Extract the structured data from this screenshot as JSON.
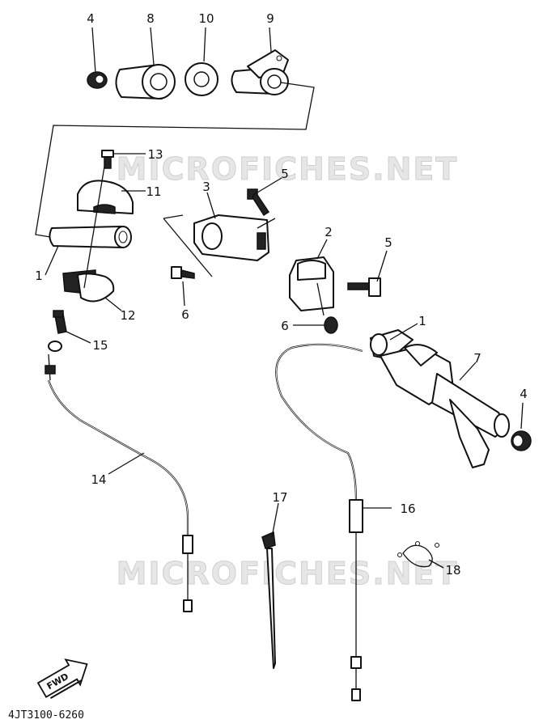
{
  "watermark": {
    "text_top": "MICROFICHES.NET",
    "text_bottom": "MICROFICHES.NET"
  },
  "callouts": [
    {
      "id": "c-4a",
      "label": "4"
    },
    {
      "id": "c-8",
      "label": "8"
    },
    {
      "id": "c-10",
      "label": "10"
    },
    {
      "id": "c-9",
      "label": "9"
    },
    {
      "id": "c-13",
      "label": "13"
    },
    {
      "id": "c-11",
      "label": "11"
    },
    {
      "id": "c-3",
      "label": "3"
    },
    {
      "id": "c-5a",
      "label": "5"
    },
    {
      "id": "c-1a",
      "label": "1"
    },
    {
      "id": "c-12",
      "label": "12"
    },
    {
      "id": "c-6a",
      "label": "6"
    },
    {
      "id": "c-2",
      "label": "2"
    },
    {
      "id": "c-5b",
      "label": "5"
    },
    {
      "id": "c-6b",
      "label": "6"
    },
    {
      "id": "c-1b",
      "label": "1"
    },
    {
      "id": "c-15",
      "label": "15"
    },
    {
      "id": "c-7",
      "label": "7"
    },
    {
      "id": "c-4b",
      "label": "4"
    },
    {
      "id": "c-14",
      "label": "14"
    },
    {
      "id": "c-17",
      "label": "17"
    },
    {
      "id": "c-16",
      "label": "16"
    },
    {
      "id": "c-18",
      "label": "18"
    }
  ],
  "fwd_label": "FWD",
  "drawing_code": "4JT3100-6260"
}
